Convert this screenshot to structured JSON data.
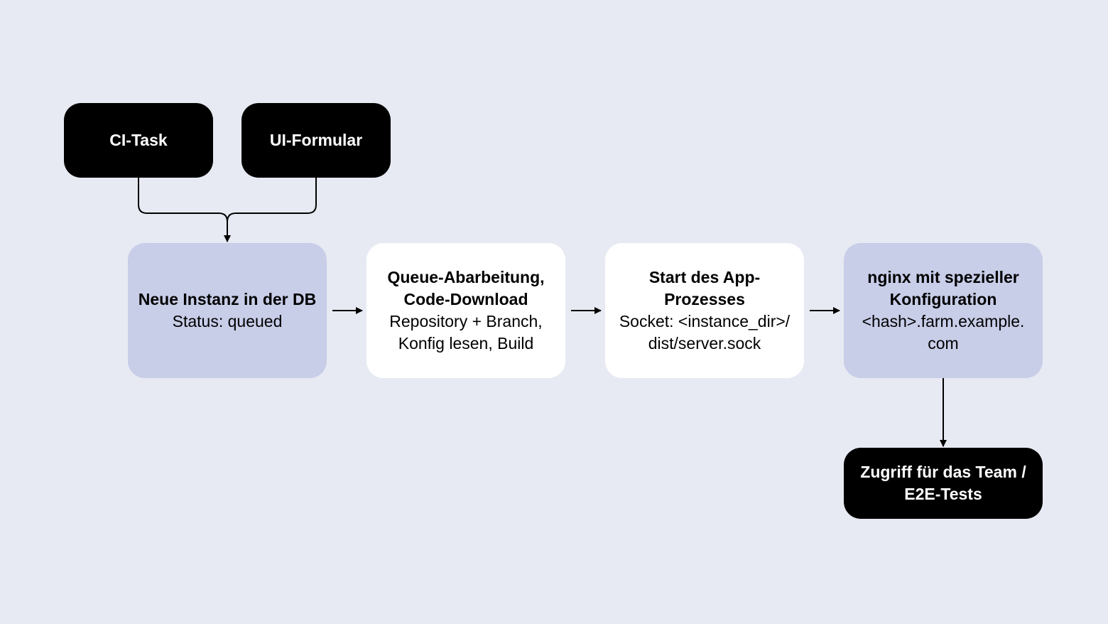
{
  "nodes": {
    "ci_task": {
      "title": "CI-Task"
    },
    "ui_form": {
      "title": "UI-Formular"
    },
    "new_instance": {
      "title": "Neue Instanz in der DB",
      "desc": "Status: queued"
    },
    "queue": {
      "title": "Queue-Abarbeitung, Code-Download",
      "desc": "Repository + Branch, Konfig lesen, Build"
    },
    "app_start": {
      "title": "Start des App-Prozesses",
      "desc": "Socket: <instance_dir>/ dist/server.sock"
    },
    "nginx": {
      "title": "nginx mit spezieller Konfiguration",
      "desc": "<hash>.farm.example. com"
    },
    "access": {
      "title": "Zugriff für das Team / E2E-Tests"
    }
  },
  "edges": [
    {
      "from": "ci_task",
      "to": "new_instance"
    },
    {
      "from": "ui_form",
      "to": "new_instance"
    },
    {
      "from": "new_instance",
      "to": "queue"
    },
    {
      "from": "queue",
      "to": "app_start"
    },
    {
      "from": "app_start",
      "to": "nginx"
    },
    {
      "from": "nginx",
      "to": "access"
    }
  ],
  "colors": {
    "background": "#e7eaf2",
    "dark_node": "#000000",
    "lilac_node": "#c8cde8",
    "white_node": "#ffffff",
    "connector": "#000000"
  }
}
